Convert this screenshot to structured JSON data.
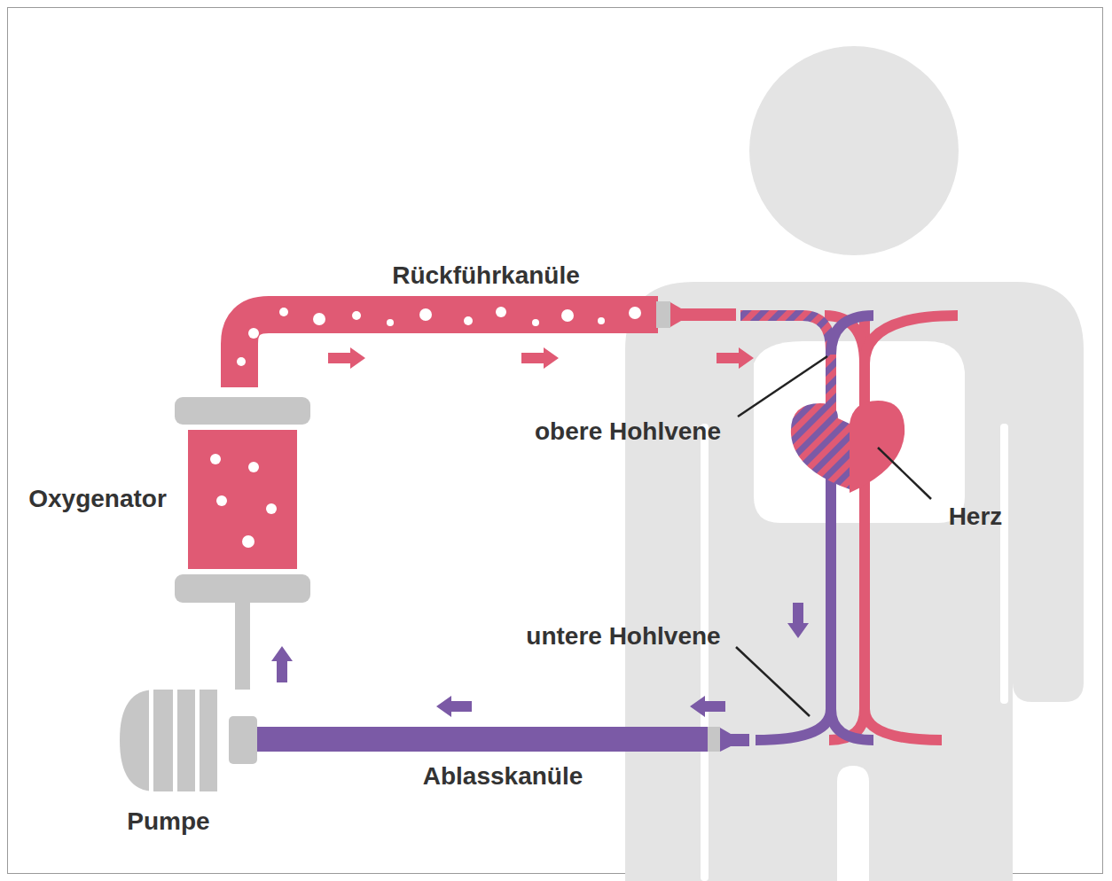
{
  "diagram": {
    "nodes": [
      {
        "text": [
          "Oxygenator"
        ]
      },
      {
        "text": [
          "Pumpe"
        ]
      }
    ],
    "edges": [
      {
        "from": 1,
        "to": 0,
        "arrow": "none"
      }
    ],
    "labels": [
      "Rückführkanüle",
      "obere Hohlvene",
      "Herz",
      "untere Hohlvene",
      "Ablasskanüle"
    ]
  }
}
